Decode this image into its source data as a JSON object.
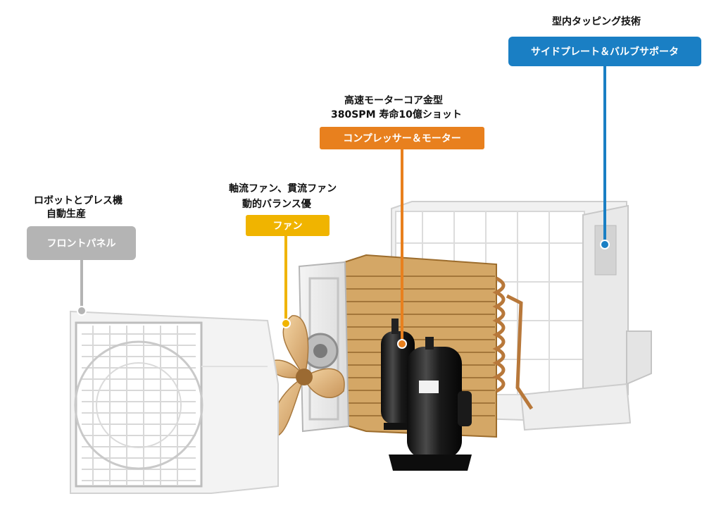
{
  "colors": {
    "front_panel": "#b4b4b4",
    "fan": "#f0b400",
    "compressor": "#e8801e",
    "side_plate": "#1a7fc4",
    "coil": "#c99a55",
    "compressor_body": "#1b1b1b",
    "casing": "#ececec"
  },
  "components": {
    "front_panel": {
      "caption_line1": "ロボットとプレス機",
      "caption_line2": "自動生産",
      "label": "フロントパネル",
      "icon": "front-grille-panel"
    },
    "fan": {
      "caption_line1": "軸流ファン、貫流ファン",
      "caption_line2": "動的バランス優",
      "label": "ファン",
      "icon": "propeller-fan"
    },
    "compressor": {
      "caption_line1": "高速モーターコア金型",
      "caption_line2": "380SPM 寿命10億ショット",
      "label": "コンプレッサー＆モーター",
      "icon": "rotary-compressor"
    },
    "side_plate": {
      "caption_line1": "型内タッピング技術",
      "label": "サイドプレート＆バルブサポータ",
      "icon": "side-plate-frame"
    }
  }
}
